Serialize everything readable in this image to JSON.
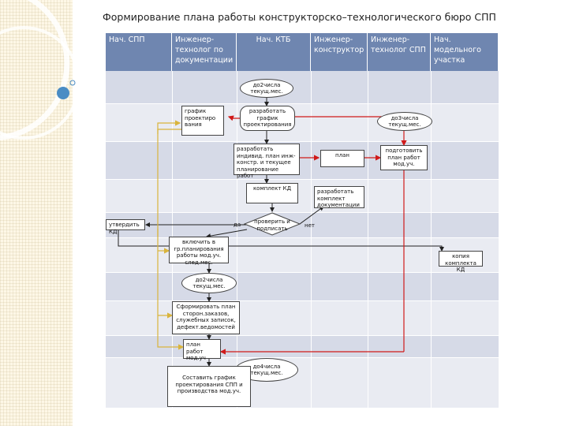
{
  "title": "Формирование плана работы конструкторско–технологического бюро СПП",
  "columns": [
    "Нач. СПП",
    "Инженер-технолог по документации",
    "Нач. КТБ",
    "Инженер-конструктор",
    "Инженер-технолог СПП",
    "Нач. модельного участка"
  ],
  "nodes": {
    "do2_top": "до2числа текущ.мес.",
    "grafik_proekt": "график проектиро вания",
    "razrabotat_grafik": "разработать график проектирования",
    "do3": "до3числа текущ.мес.",
    "razrabotat_individ": "разработать индивид. план инж-констр. и текущее планирование работ",
    "plan": "план",
    "podgotovit": "подготовить план работ мод.уч.",
    "komplekt_kd": "комплект КД",
    "razrabotat_komplekt": "разработать комплект документации",
    "utverdit": "утвердить КД",
    "da": "да",
    "proverit": "проверить и подписать",
    "net": "нет",
    "vklyuchit": "включить в гр.планирования работы мод.уч. след.мес.",
    "kopiya": "копия комплекта КД",
    "do2_mid": "до2числа текущ.мес.",
    "sformirovat": "Сформировать план сторон.заказов, служебных записок, дефект.ведомостей",
    "plan_rabot": "план работ мод.уч",
    "do4": "до4числа текущ.мес.",
    "sostavit": "Составить график проектирования СПП и производства мод.уч."
  },
  "colors": {
    "header": "#6f86b0",
    "band_dark": "#d6dae7",
    "band_light": "#e9ebf2",
    "arrow_red": "#d01a1a",
    "arrow_yellow": "#d9b43c",
    "arrow_black": "#222222"
  }
}
